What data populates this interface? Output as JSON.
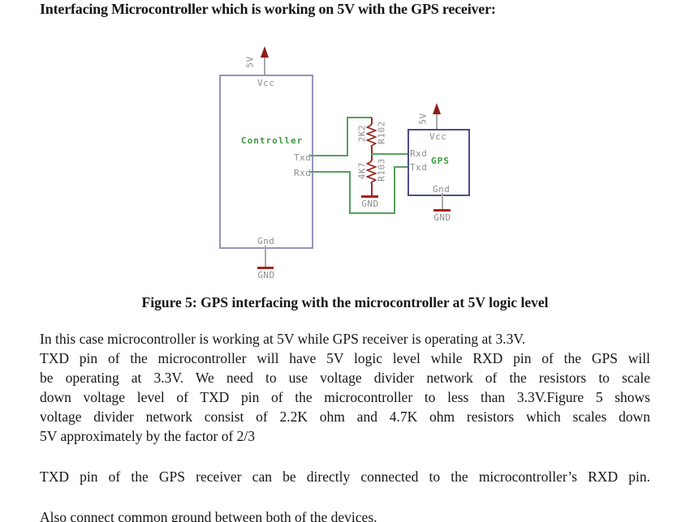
{
  "page": {
    "heading": "Interfacing Microcontroller which is working on 5V with the GPS receiver:",
    "caption": "Figure 5: GPS interfacing with the microcontroller at 5V logic level"
  },
  "diagram": {
    "controller": {
      "name": "Controller",
      "vcc_pin": "Vcc",
      "txd_pin": "Txd",
      "rxd_pin": "Rxd",
      "gnd_pin": "Gnd",
      "power_label": "5V",
      "ground_label": "GND"
    },
    "gps": {
      "name": "GPS",
      "vcc_pin": "Vcc",
      "rxd_pin": "Rxd",
      "txd_pin": "Txd",
      "gnd_pin": "Gnd",
      "power_label": "5V",
      "ground_label": "GND"
    },
    "resistors": [
      {
        "value": "2K2",
        "ref": "R102"
      },
      {
        "value": "4K7",
        "ref": "R103"
      }
    ],
    "divider_ground_label": "GND",
    "colors": {
      "wire_green": "#58a05e",
      "component_red": "#9c2a23",
      "ground_red": "#a8221c",
      "arrow_red": "#8c1d18",
      "controller_box": "#9496ba",
      "gps_box": "#4d4d88",
      "pin_label_gray": "#8d8d8d",
      "name_green": "#3d9b42"
    }
  },
  "body": {
    "para1_lines": [
      "In this case microcontroller is working at 5V while GPS receiver is operating at 3.3V.",
      "TXD pin of the microcontroller will have 5V logic level while RXD pin of the GPS will",
      "be operating at 3.3V. We need to use voltage divider network of the resistors to scale",
      "down voltage level of TXD pin of the microcontroller to less than 3.3V.Figure 5 shows",
      "voltage divider network consist of 2.2K ohm and 4.7K ohm resistors which scales down",
      "5V approximately by the factor of 2/3"
    ],
    "para2": "TXD pin of the GPS receiver can be directly connected to the microcontroller’s RXD pin.",
    "para3": "Also connect common ground between both of the devices."
  }
}
